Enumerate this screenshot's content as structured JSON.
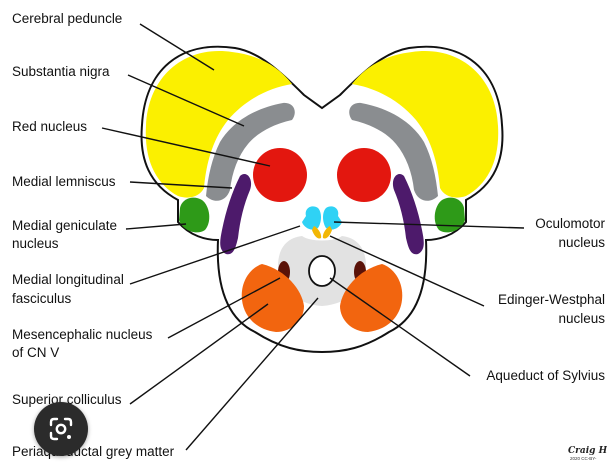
{
  "labels": {
    "cerebral_peduncle": "Cerebral peduncle",
    "substantia_nigra": "Substantia nigra",
    "red_nucleus": "Red nucleus",
    "medial_lemniscus": "Medial lemniscus",
    "medial_geniculate_1": "Medial geniculate",
    "medial_geniculate_2": "nucleus",
    "mlf_1": "Medial longitudinal",
    "mlf_2": "fasciculus",
    "mesencephalic_1": "Mesencephalic nucleus",
    "mesencephalic_2": "of CN V",
    "superior_colliculus": "Superior colliculus",
    "periaqueductal": "Periaqueductal grey matter",
    "oculomotor_1": "Oculomotor",
    "oculomotor_2": "nucleus",
    "edinger_1": "Edinger-Westphal",
    "edinger_2": "nucleus",
    "aqueduct": "Aqueduct of Sylvius"
  },
  "credit": {
    "name": "Craig Ha",
    "license": "2020 CC-BY-"
  },
  "colors": {
    "cerebral_peduncle": "#fbf000",
    "substantia_nigra": "#8a8d90",
    "red_nucleus": "#e3170f",
    "medial_lemniscus": "#4d1a6b",
    "medial_geniculate": "#2e9a18",
    "oculomotor": "#2fd2f5",
    "edinger_westphal": "#f2b705",
    "mesencephalic": "#5a1208",
    "superior_colliculus": "#f2650f",
    "periaqueductal": "#e2e2e2"
  },
  "icons": {
    "lens": "google-lens-icon"
  }
}
